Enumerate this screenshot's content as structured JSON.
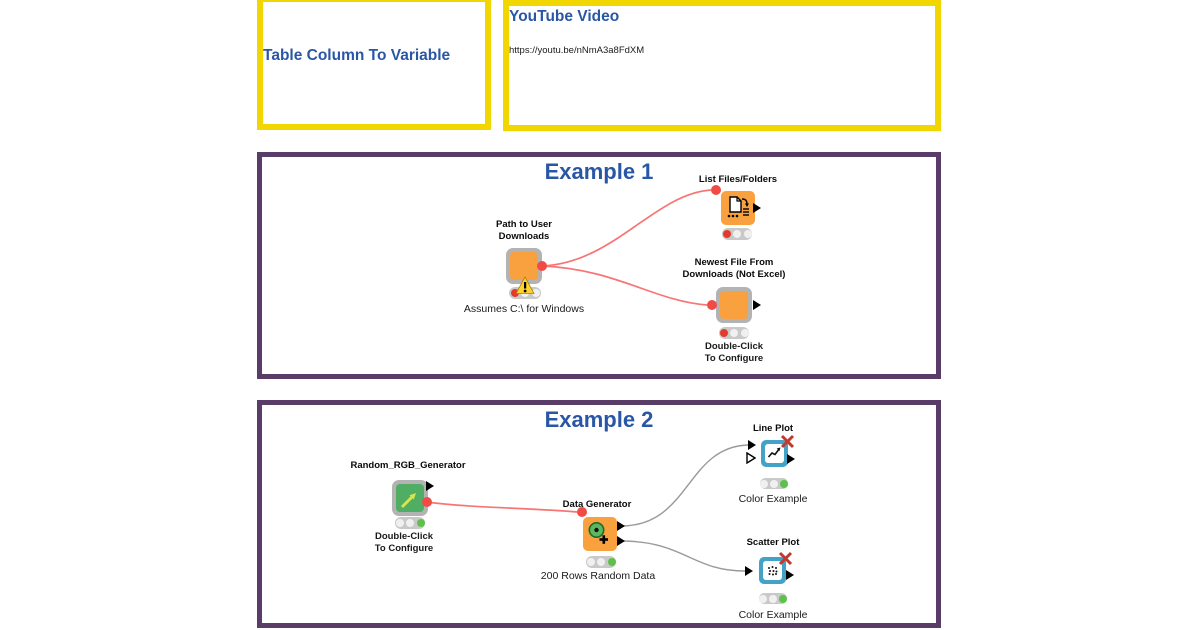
{
  "boxes": {
    "table_column": {
      "title": "Table Column To Variable"
    },
    "youtube": {
      "title": "YouTube Video",
      "url": "https://youtu.be/nNmA3a8FdXM"
    },
    "example1": {
      "title": "Example 1"
    },
    "example2": {
      "title": "Example 2"
    }
  },
  "example1": {
    "path_node": {
      "label1": "Path to User",
      "label2": "Downloads",
      "note": "Assumes C:\\ for Windows",
      "traffic": "red-warning"
    },
    "list_node": {
      "label": "List Files/Folders",
      "traffic": "red"
    },
    "newest_node": {
      "label1": "Newest File From",
      "label2": "Downloads (Not Excel)",
      "note1": "Double-Click",
      "note2": "To Configure",
      "traffic": "red"
    }
  },
  "example2": {
    "rgb_node": {
      "label": "Random_RGB_Generator",
      "note1": "Double-Click",
      "note2": "To Configure",
      "traffic": "green"
    },
    "datagen_node": {
      "label": "Data Generator",
      "note": "200 Rows Random Data",
      "traffic": "green"
    },
    "line_node": {
      "label": "Line Plot",
      "note": "Color Example",
      "traffic": "green",
      "error_mark": "red-x"
    },
    "scatter_node": {
      "label": "Scatter Plot",
      "note": "Color Example",
      "traffic": "green",
      "error_mark": "red-x"
    }
  },
  "icons": {
    "list_node": "file-list-icon",
    "datagen_node": "target-plus-icon",
    "line_node": "line-chart-icon",
    "scatter_node": "scatter-chart-icon",
    "rgb_node": "diagonal-arrow-icon",
    "warning": "warning-triangle-icon",
    "error": "red-x-icon"
  },
  "colors": {
    "annotation_yellow": "#f1d600",
    "annotation_purple": "#593c68",
    "title_blue": "#2a57a5",
    "node_orange": "#f9a13e",
    "node_green": "#4fae63",
    "node_teal": "#44a2c6",
    "component_border_gray": "#b3b3b3",
    "port_red": "#f04b45",
    "wire_red": "#f87575",
    "wire_gray": "#9a9a9a",
    "traffic_red": "#e23b2e",
    "traffic_green": "#5ec14b"
  }
}
